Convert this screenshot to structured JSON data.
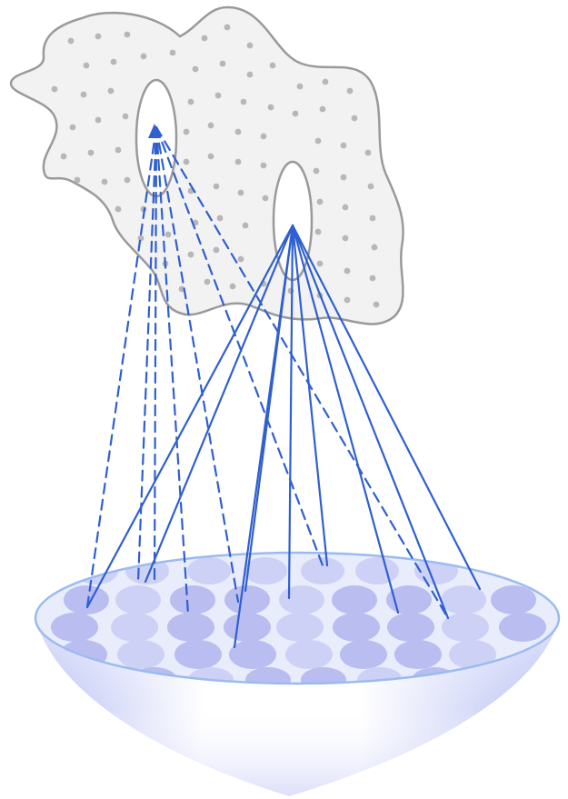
{
  "diagram": {
    "colors": {
      "background": "#ffffff",
      "cloud_fill": "#f2f2f2",
      "cloud_stroke": "#9a9a9a",
      "dot": "#b7b7b7",
      "line_solid": "#2f5fd0",
      "line_dashed": "#2f5fd0",
      "dish_rim_fill": "#e8ecfb",
      "dish_rim_stroke": "#9bbbef",
      "dish_body_dark": "#b8c0f4",
      "dish_body_light": "#ffffff",
      "cell_fill": "#b9bdf0",
      "cell_fill_light": "#cdd1f6"
    },
    "cells_on_dish": 40,
    "dashed_rays": 7,
    "solid_rays": 9
  }
}
